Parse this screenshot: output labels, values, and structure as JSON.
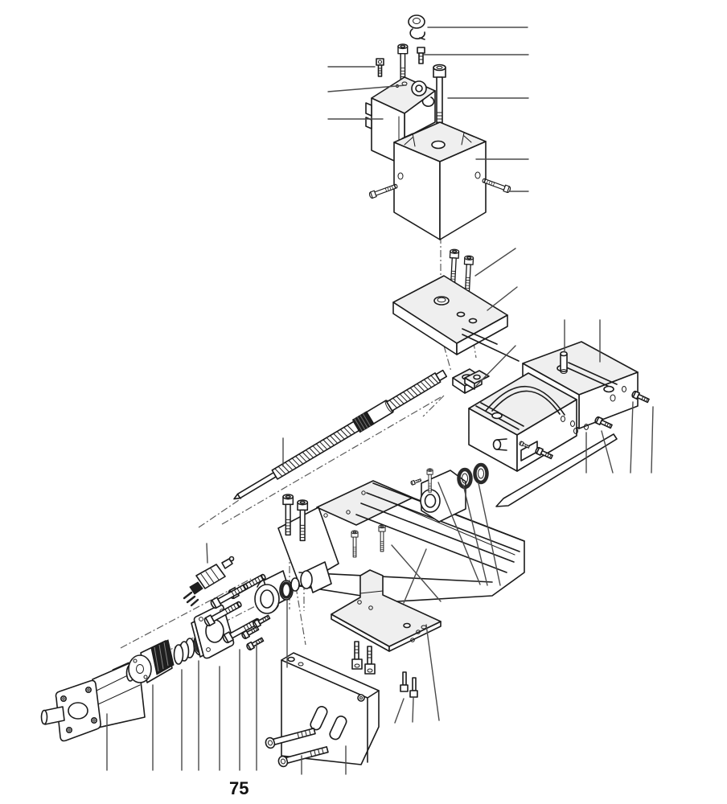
{
  "figure": {
    "label": "75",
    "type": "exploded-parts-diagram",
    "background": "#ffffff"
  },
  "colors": {
    "line": "#1b1b1b",
    "leader": "#4a4a4a",
    "centerline": "#5a5a5a",
    "dark_fill": "#1f1f1f",
    "face_shade": "#efefef",
    "background": "#ffffff"
  },
  "parts": [
    "cap-screw-with-clip",
    "small-screw-top",
    "socket-screw-top",
    "set-screw-top",
    "ball-oiler",
    "long-bolt",
    "upper-column-bracket",
    "column-block",
    "side-screw-left",
    "side-screw-right",
    "plate-screws",
    "top-plate",
    "nut-clamp",
    "leadscrew",
    "saddle-upper",
    "saddle-lower",
    "gib-rod",
    "saddle-screws",
    "carriage-body",
    "carriage-screws",
    "bearing-block",
    "o-rings",
    "drive-motor",
    "shaft-coupling",
    "spacer-rings",
    "bearing-washer",
    "motor-flange-plate",
    "flange-screw-cluster",
    "power-plug",
    "bearing-housing",
    "bearing-ring",
    "support-bracket-plate",
    "bracket-screws",
    "end-block",
    "end-block-screws"
  ]
}
